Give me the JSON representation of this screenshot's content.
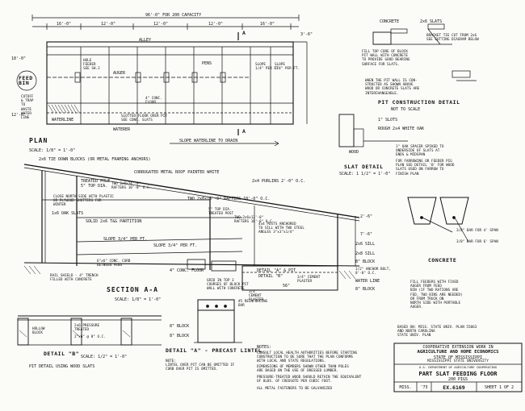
{
  "plan": {
    "dim_overall": "96'-0\" FOR 200 CAPACITY",
    "dim_segments": [
      "16'-0\"",
      "12'-0\"",
      "12'-0\"",
      "12'-0\"",
      "16'-0\""
    ],
    "dim_right": "3'-6\"",
    "marker_a": "A",
    "alley": "ALLEY",
    "hole_feeder": "HOLE\nFEEDER\nSEE SH.2",
    "auger": "AUGER",
    "pens": "PENS",
    "slope_left": "SLOPE\n1/4\" PER FT.",
    "slope_right": "SLOPE\n1/4\" PER FT.",
    "conc_floor": "4\" CONC.\nFLOOR",
    "feed_bin": "FEED\nBIN",
    "cutoff": "CUTOFF\n& TRAP\nTO\nWASTE\nWATER\nLINE",
    "waterline": "WATERLINE",
    "slotted_floor": "SLOTTED FLOOR OVER PIT\nSEE CONC. SLATS",
    "waterer": "WATERER",
    "slope_drain": "SLOPE WATERLINE TO DRAIN",
    "dim_left_a": "18'-0\"",
    "dim_left_b": "12'-0\"",
    "title": "PLAN",
    "scale": "SCALE: 1/8\" = 1'-0\""
  },
  "section": {
    "note_top": "2x6 TIE DOWN BLOCKS (OR METAL FRAMING ANCHORS)",
    "roof": "CORRUGATED METAL ROOF PAINTED WHITE",
    "purlins": "2x4 PURLINS 2'-0\" O.C.",
    "treated_pole": "TREATED POLE",
    "pole_dia": "5\" TOP DIA.",
    "rafters_left": "TWO 2x6x14'-0\"\nRAFTERS 10'-0\" O.C.",
    "rafters_right": "TWO 2x8x16'-0\" RAFTERS 10'-0\" O.C.",
    "close_north": "CLOSE NORTH SIDE WITH PLASTIC\nOR PLYWOOD SHUTTERS FOR\nWINTER",
    "oak_slats": "1x6 OAK SLATS",
    "partition": "SOLID 2x6 T&G PARTITION",
    "top_dia": "5\" TOP DIA.\nTREATED POST",
    "two_2x6": "TWO 2x6x12'-0\"\nRAFTERS 10'-0\" O.C.",
    "posts_anchored": "4x4 POSTS ANCHORED\nTO SILL WITH TWO STEEL\nANGLES 3\"x3\"x1/4\"",
    "slope_1": "SLOPE 3/4\" PER FT.",
    "slope_2": "SLOPE 3/4\" PER FT.",
    "conc_curb": "6\"x6\" CONC. CURB\nBETWEEN PENS",
    "conc_floor": "4\" CONC. FLOOR",
    "rail_shield": "RAIL SHIELD - 4\" TRENCH\nFILLED WITH CONCRETE",
    "grid_tops": "GRID IN TOP 3\nCOURSES OF BLOCK PIT\nWALL WITH CONCRETE",
    "detail_a_pit": "DETAIL \"A\" & PIT",
    "detail_b_ref": "DETAIL \"B\"",
    "cement_plaster": "3/4\" CEMENT\nPLASTER",
    "dim_56": "56\"",
    "dim_76": "7'-6\"",
    "dim_24": "2'-6\"",
    "sill_2x6": "2x6 SILL",
    "sill_2x8": "2x8 SILL",
    "anchor": "1/2\" ANCHOR BOLT,\n8'-0\" O.C.",
    "block_8": "8\" BLOCK",
    "water_line": "WATER LINE",
    "block_8b": "8\" BLOCK",
    "cement_plaster_b": "3/4\"\nCEMENT\nPLASTER",
    "title": "SECTION A-A",
    "scale": "SCALE: 1/8\" = 1'-0\""
  },
  "pit": {
    "concrete": "CONCRETE",
    "slats": "2x6 SLATS",
    "bracket": "BRACKET TIE CUT FROM 2x6\nSEE CUTTING DIAGRAM BELOW",
    "fill_top": "FILL TOP CORE OF BLOCK\nPIT WALL WITH CONCRETE\nTO PROVIDE GOOD BEARING\nSURFACE FOR SLATS.",
    "when_wall": "WHEN THE PIT WALL IS CON-\nSTRUCTED AS SHOWN ABOVE\nWOOD OR CONCRETE SLATS ARE\nINTERCHANGEABLE.",
    "title": "PIT CONSTRUCTION DETAIL",
    "not_scale": "NOT TO SCALE"
  },
  "slat": {
    "slots": "1\" SLOTS",
    "rough_oak": "ROUGH 2x4 WHITE OAK",
    "spacer": "1\" OAK SPACER SPIKED TO\nUNDERSIDE OF SLATS AT\nENDS & MIDSPAN",
    "farrowing": "FOR FARROWING OR FEEDER PIG\nPLAN SEE DETAIL 'B' FOR WOOD\nSLATS USED ON FARROW TO\nFINISH PLAN",
    "wood": "WOOD",
    "title": "SLAT DETAIL",
    "scale": "SCALE: 1 1/2\" = 1'-0\"",
    "bar_4": "3/8\" BAR FOR 4' SPAN",
    "bar_6": "3/8\" BAR FOR 6' SPAN",
    "concrete": "CONCRETE"
  },
  "feeder_note": "FILL FEEDERS WITH FIXED\nAUGER FROM FEED\nBIN (IF TWO RATIONS ARE\nFED, TWO BINS ARE NEEDED)\nOR FROM TRUCK ON\nNORTH SIDE WITH PORTABLE\nAUGER.",
  "detail_b": {
    "pressure": "2x6 PRESSURE\nTREATED",
    "oc_label": "2\"x6\" @ 8\" O.C.",
    "hollow": "HOLLOW\nBLOCK",
    "title": "DETAIL \"B\"",
    "scale": "SCALE: 1/2\" = 1'-0\"",
    "pit_detail": "PIT DETAIL USING WOOD SLATS"
  },
  "detail_a": {
    "reinforcing": "#5 REINFORCING\nBAR",
    "block_a": "8\" BLOCK",
    "block_b": "8\" BLOCK",
    "title": "DETAIL \"A\" - PRECAST LINTEL",
    "note": "NOTE:\nLINTEL OVER PIT CAN BE OMITTED IF\nCURB OVER PIT IS OMITTED."
  },
  "notes": {
    "heading": "NOTES:",
    "n1": "CONSULT LOCAL HEALTH AUTHORITIES BEFORE STARTING\nCONSTRUCTION TO BE SURE THAT THE PLAN CONFORMS\nWITH LOCAL AND STATE REGULATIONS.",
    "n2": "DIMENSIONS OF MEMBERS SHOWN OTHER THAN POLES\nARE BASED ON THE USE OF DRESSED LUMBER.",
    "n3": "PRESSURE-TREATED WOOD SHOULD RETAIN THE EQUIVALENT\nOF 8LBS. OF CREOSOTE PER CUBIC FOOT.",
    "n4": "ALL METAL FASTENERS TO BE GALVANIZED"
  },
  "title_block": {
    "based_on": "BASED ON: MISS. STATE UNIV. PLAN 55063\nAND NORTH CAROLINA\nSTATE UNIV. PLAN",
    "coop": "COOPERATIVE EXTENSION WORK IN",
    "agriculture": "AGRICULTURE AND HOME ECONOMICS",
    "state": "STATE OF MISSISSIPPI",
    "university": "MISSISSIPPI STATE UNIVERSITY",
    "usda": "U.S. DEPARTMENT OF AGRICULTURE COOPERATING",
    "plan_title": "PART SLAT FEEDING FLOOR",
    "capacity": "200 PIGS",
    "miss": "MISS.",
    "year": "'73",
    "number": "EX.6169",
    "sheet": "SHEET 1 OF 2"
  }
}
